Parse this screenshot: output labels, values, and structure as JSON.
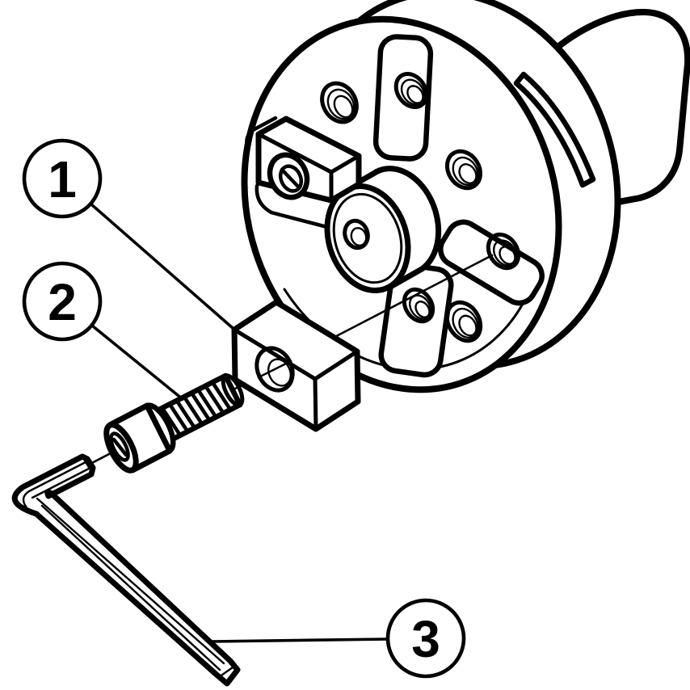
{
  "diagram": {
    "background_color": "#ffffff",
    "line_color": "#000000",
    "callouts": [
      {
        "label": "1"
      },
      {
        "label": "2"
      },
      {
        "label": "3"
      }
    ]
  }
}
